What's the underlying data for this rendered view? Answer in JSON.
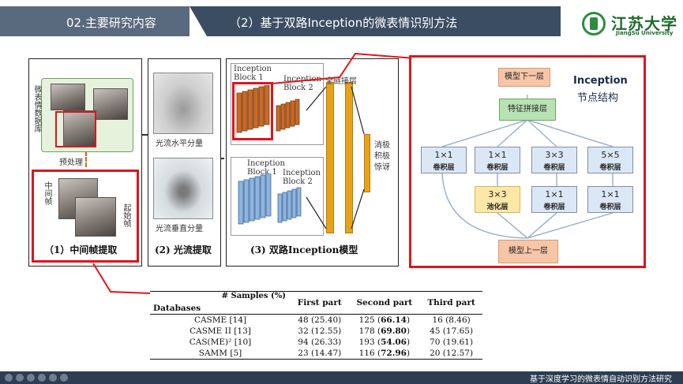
{
  "header": {
    "section": "02.主要研究内容",
    "title": "（2）基于双路Inception的微表情识别方法",
    "logo_name": "江苏大学",
    "logo_en": "JiangSu University"
  },
  "panel1": {
    "db_label": "微表情数据库",
    "preprocess": "预处理",
    "mid_frame": "中间帧",
    "start_frame": "起始帧",
    "caption": "（1）中间帧提取"
  },
  "panel2": {
    "h_label": "光流水平分量",
    "v_label": "光流垂直分量",
    "caption": "(2) 光流提取"
  },
  "panel3": {
    "block1_top": "Inception Block 1",
    "block2_top": "Inception Block 2",
    "block1_bot": "Inception Block 1",
    "block2_bot": "Inception Block 2",
    "fc": "全链接层",
    "out": "消极积极惊讶",
    "caption": "(3) 双路Inception模型"
  },
  "inception": {
    "title": "Inception",
    "subtitle": "节点结构",
    "top": "模型下一层",
    "concat": "特征拼接层",
    "row1": [
      {
        "k": "1×1",
        "t": "卷积层"
      },
      {
        "k": "1×1",
        "t": "卷积层"
      },
      {
        "k": "3×3",
        "t": "卷积层"
      },
      {
        "k": "5×5",
        "t": "卷积层"
      }
    ],
    "row2": [
      {
        "k": "3×3",
        "t": "池化层"
      },
      {
        "k": "1×1",
        "t": "卷积层"
      },
      {
        "k": "1×1",
        "t": "卷积层"
      }
    ],
    "bottom": "模型上一层"
  },
  "table": {
    "corner_top": "# Samples (%)",
    "corner_bot": "Databases",
    "headers": [
      "First part",
      "Second part",
      "Third part"
    ],
    "rows": [
      {
        "db": "CASME [14]",
        "p1": "48 (25.40)",
        "p2": "125 (66.14)",
        "p3": "16 (8.46)"
      },
      {
        "db": "CASME II [13]",
        "p1": "32 (12.55)",
        "p2": "178 (69.80)",
        "p3": "45 (17.65)"
      },
      {
        "db": "CAS(ME)² [10]",
        "p1": "94 (26.33)",
        "p2": "193 (54.06)",
        "p3": "70 (19.61)"
      },
      {
        "db": "SAMM [5]",
        "p1": "23 (14.47)",
        "p2": "116 (72.96)",
        "p3": "20 (12.57)"
      }
    ]
  },
  "footer": {
    "text": "基于深度学习的微表情自动识别方法研究"
  },
  "colors": {
    "accent_red": "#e0141c",
    "header_dark": "#3b4d63",
    "footer": "#2d3d52",
    "bar": "#e8a21a"
  }
}
